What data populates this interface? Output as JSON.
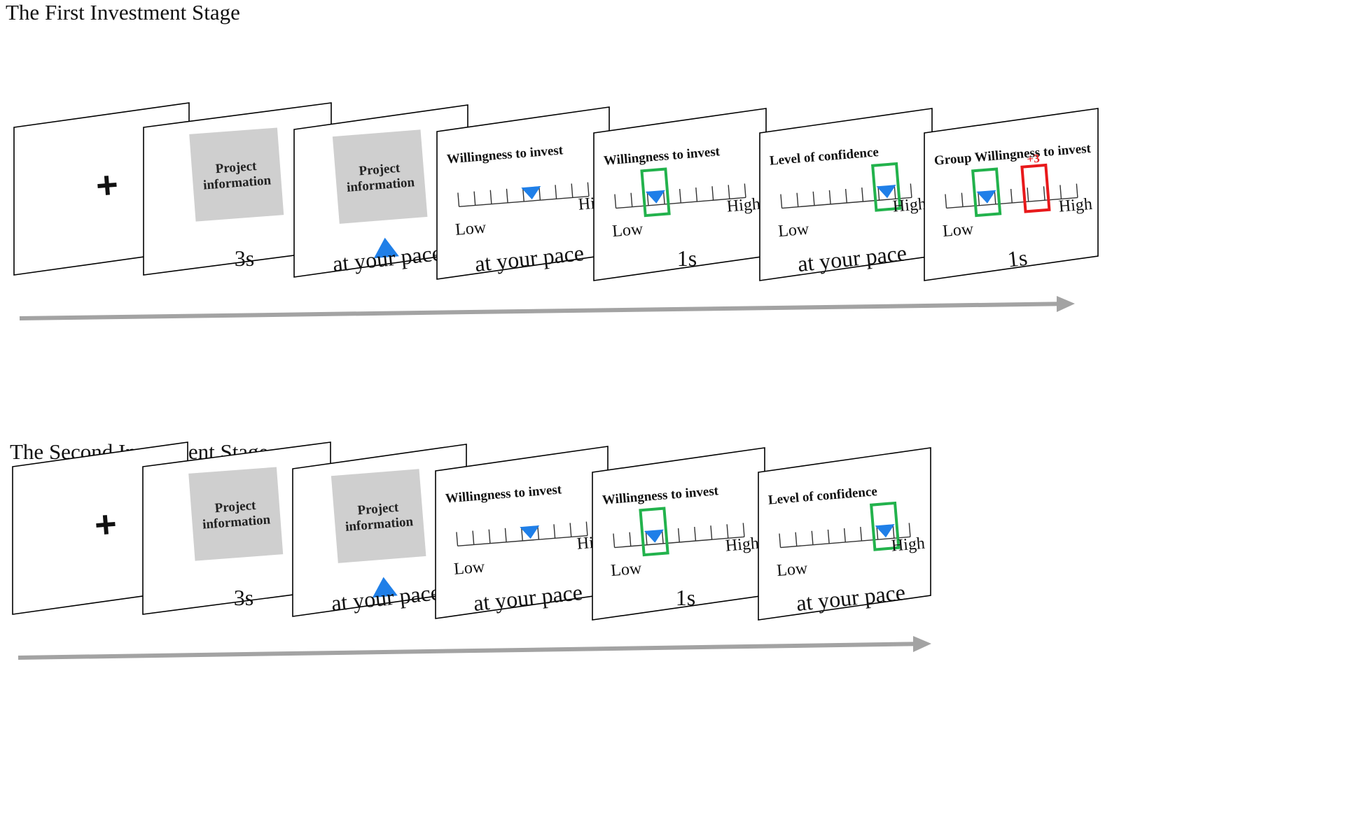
{
  "colors": {
    "frame_border": "#000000",
    "gray_box": "#cfcfcf",
    "marker_blue": "#1f7fe8",
    "highlight_green": "#22b24c",
    "highlight_red": "#e8191b",
    "timeline_arrow": "#a3a3a3"
  },
  "icons": {
    "fixation": "plus-icon",
    "response_cue": "triangle-up-icon",
    "scale_marker": "triangle-down-icon"
  },
  "stages": [
    {
      "title": "The First Investment Stage",
      "frames": [
        {
          "type": "fixation",
          "symbol": "+"
        },
        {
          "type": "info",
          "text": "Project\ninformation",
          "duration": "3s"
        },
        {
          "type": "info_cue",
          "text": "Project\ninformation",
          "duration": "at your pace"
        },
        {
          "type": "scale",
          "title": "Willingness to invest",
          "low": "Low",
          "high": "High",
          "marker_tick": 4,
          "duration": "at your pace"
        },
        {
          "type": "scale",
          "title": "Willingness to invest",
          "low": "Low",
          "high": "High",
          "marker_tick": 2,
          "green_tick": 2,
          "duration": "1s"
        },
        {
          "type": "scale",
          "title": "Level of confidence",
          "low": "Low",
          "high": "High",
          "marker_tick": 6,
          "green_tick": 6,
          "duration": "at your pace"
        },
        {
          "type": "scale",
          "title": "Group Willingness to invest",
          "low": "Low",
          "high": "High",
          "marker_tick": 2,
          "green_tick": 2,
          "red_tick": 5,
          "red_label": "+3",
          "duration": "1s"
        }
      ]
    },
    {
      "title": "The Second Investment Stage",
      "frames": [
        {
          "type": "fixation",
          "symbol": "+"
        },
        {
          "type": "info",
          "text": "Project\ninformation",
          "duration": "3s"
        },
        {
          "type": "info_cue",
          "text": "Project\ninformation",
          "duration": "at your pace"
        },
        {
          "type": "scale",
          "title": "Willingness to invest",
          "low": "Low",
          "high": "High",
          "marker_tick": 4,
          "duration": "at your pace"
        },
        {
          "type": "scale",
          "title": "Willingness to invest",
          "low": "Low",
          "high": "High",
          "marker_tick": 2,
          "green_tick": 2,
          "duration": "1s"
        },
        {
          "type": "scale",
          "title": "Level of confidence",
          "low": "Low",
          "high": "High",
          "marker_tick": 6,
          "green_tick": 6,
          "duration": "at your pace"
        }
      ]
    }
  ]
}
